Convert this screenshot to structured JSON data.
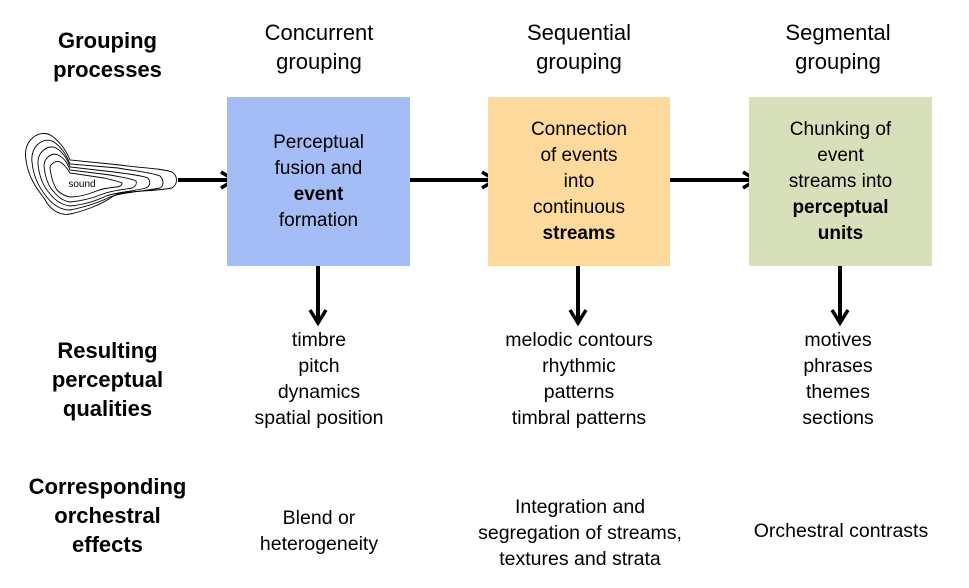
{
  "row_labels": {
    "grouping_processes": "Grouping\nprocesses",
    "resulting_qualities": "Resulting\nperceptual\nqualities",
    "orchestral_effects": "Corresponding\norchestral\neffects"
  },
  "source": {
    "label": "sound",
    "icon": "sound-wave-icon"
  },
  "columns": [
    {
      "heading": "Concurrent\ngrouping",
      "box_color": "#a4bdf6",
      "box_text": [
        {
          "text": "Perceptual",
          "bold": false
        },
        {
          "text": "fusion and",
          "bold": false
        },
        {
          "text": "event",
          "bold": true
        },
        {
          "text": "formation",
          "bold": false
        }
      ],
      "qualities": "timbre\npitch\ndynamics\nspatial position",
      "effects": "Blend or\nheterogeneity"
    },
    {
      "heading": "Sequential\ngrouping",
      "box_color": "#fdd99b",
      "box_text": [
        {
          "text": "Connection",
          "bold": false
        },
        {
          "text": "of events",
          "bold": false
        },
        {
          "text": "into",
          "bold": false
        },
        {
          "text": "continuous",
          "bold": false
        },
        {
          "text": "streams",
          "bold": true
        }
      ],
      "qualities": "melodic contours\nrhythmic\npatterns\ntimbral patterns",
      "effects": "Integration and\nsegregation of streams,\ntextures and strata"
    },
    {
      "heading": "Segmental\ngrouping",
      "box_color": "#d8e0bb",
      "box_text": [
        {
          "text": "Chunking of",
          "bold": false
        },
        {
          "text": "event",
          "bold": false
        },
        {
          "text": "streams into",
          "bold": false
        },
        {
          "text": "perceptual",
          "bold": true
        },
        {
          "text": "units",
          "bold": true
        }
      ],
      "qualities": "motives\nphrases\nthemes\nsections",
      "effects": "Orchestral contrasts"
    }
  ]
}
